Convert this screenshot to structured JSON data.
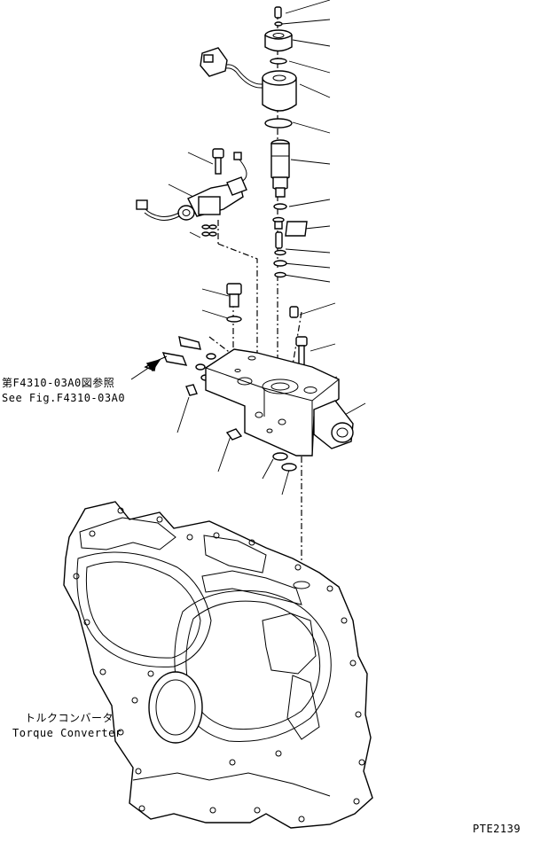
{
  "references": {
    "see_fig_jp": "第F4310-03A0図参照",
    "see_fig_en": "See Fig.F4310-03A0"
  },
  "housing": {
    "label_jp": "トルクコンバータ",
    "label_en": "Torque Converter"
  },
  "drawing_code": "PTE2139"
}
